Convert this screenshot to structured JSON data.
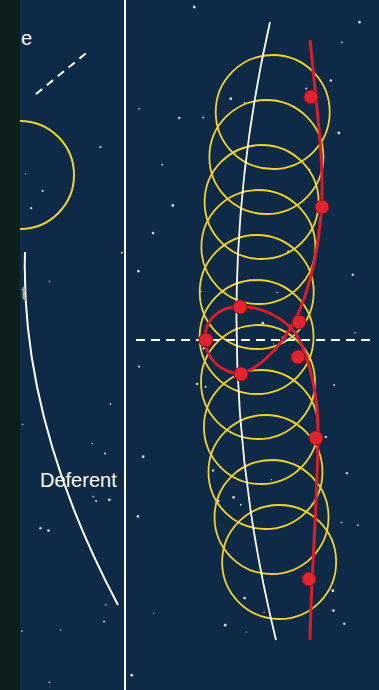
{
  "diagram": {
    "labels": [
      "e",
      "t",
      "Deferent"
    ]
  }
}
